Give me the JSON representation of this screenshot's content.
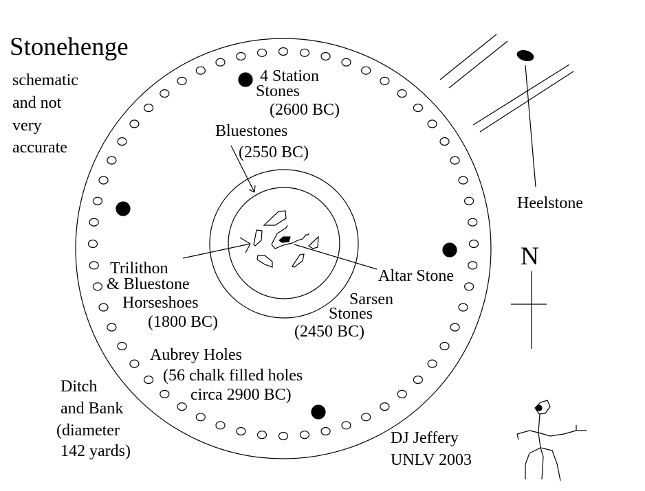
{
  "title": "Stonehenge",
  "note": [
    "schematic",
    "and not",
    "very",
    "accurate"
  ],
  "station_stones": [
    "4 Station",
    "Stones",
    "(2600 BC)"
  ],
  "bluestones": [
    "Bluestones",
    "(2550 BC)"
  ],
  "heelstone": "Heelstone",
  "north": "N",
  "horseshoes": [
    "Trilithon",
    "& Bluestone",
    "Horseshoes",
    "(1800 BC)"
  ],
  "altar_stone": "Altar Stone",
  "sarsen": [
    "Sarsen",
    "Stones",
    "(2450 BC)"
  ],
  "aubrey": [
    "Aubrey Holes",
    "(56 chalk filled holes",
    "circa 2900 BC)"
  ],
  "aubrey_hole_count": 56,
  "ditch": [
    "Ditch",
    "and Bank",
    "(diameter",
    " 142 yards)"
  ],
  "credit": [
    "DJ Jeffery",
    "UNLV 2003"
  ]
}
